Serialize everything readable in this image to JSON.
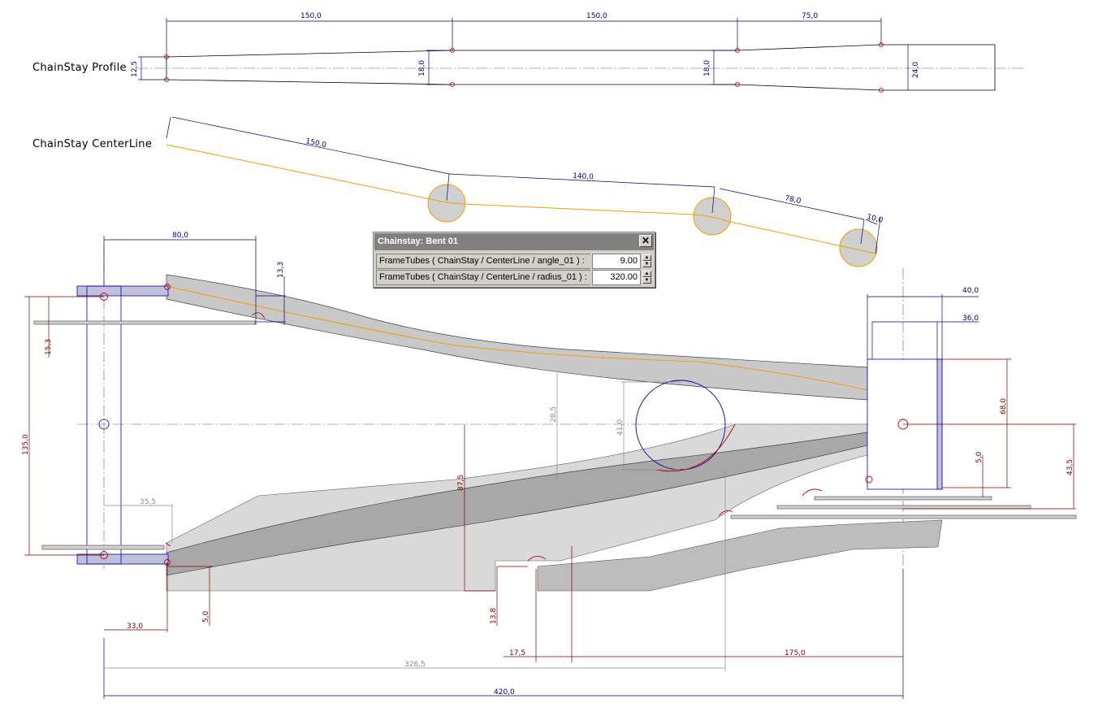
{
  "labels": {
    "profile": "ChainStay  Profile",
    "centerline": "ChainStay  CenterLine"
  },
  "profile_dims": {
    "d1": "150,0",
    "d2": "150,0",
    "d3": "75,0",
    "h_start": "12,5",
    "h_mid1": "18,0",
    "h_mid2": "18,0",
    "h_end": "24,0"
  },
  "centerline_dims": {
    "d1": "150,0",
    "d2": "140,0",
    "d3": "78,0",
    "d4": "10,0"
  },
  "main_dims": {
    "top_80": "80,0",
    "top_133": "13,3",
    "left_153": "15,3",
    "left_135": "135,0",
    "grey_355": "35,5",
    "bottom_330": "33,0",
    "bottom_50": "5,0",
    "mid_285": "28,5",
    "mid_410": "41,0",
    "red_875": "87,5",
    "red_138": "13,8",
    "red_175a": "17,5",
    "red_175b": "175,0",
    "grey_3265": "326,5",
    "blue_4200": "420,0",
    "right_400": "40,0",
    "right_360": "36,0",
    "right_680": "68,0",
    "right_50": "5,0",
    "right_435": "43,5"
  },
  "dialog": {
    "title": "Chainstay:  Bent 01",
    "close": "✕",
    "rows": [
      {
        "label": "FrameTubes ( ChainStay / CenterLine / angle_01 ) :",
        "value": "9.00"
      },
      {
        "label": "FrameTubes ( ChainStay / CenterLine / radius_01 ) :",
        "value": "320.00"
      }
    ],
    "spin_up": "▲",
    "spin_down": "▼"
  },
  "colors": {
    "dim_blue": "#000080",
    "dim_red": "#800000",
    "centerline": "#f0a000",
    "tube_fill": "#c8c8c8",
    "frame_blue": "#0000c0"
  }
}
